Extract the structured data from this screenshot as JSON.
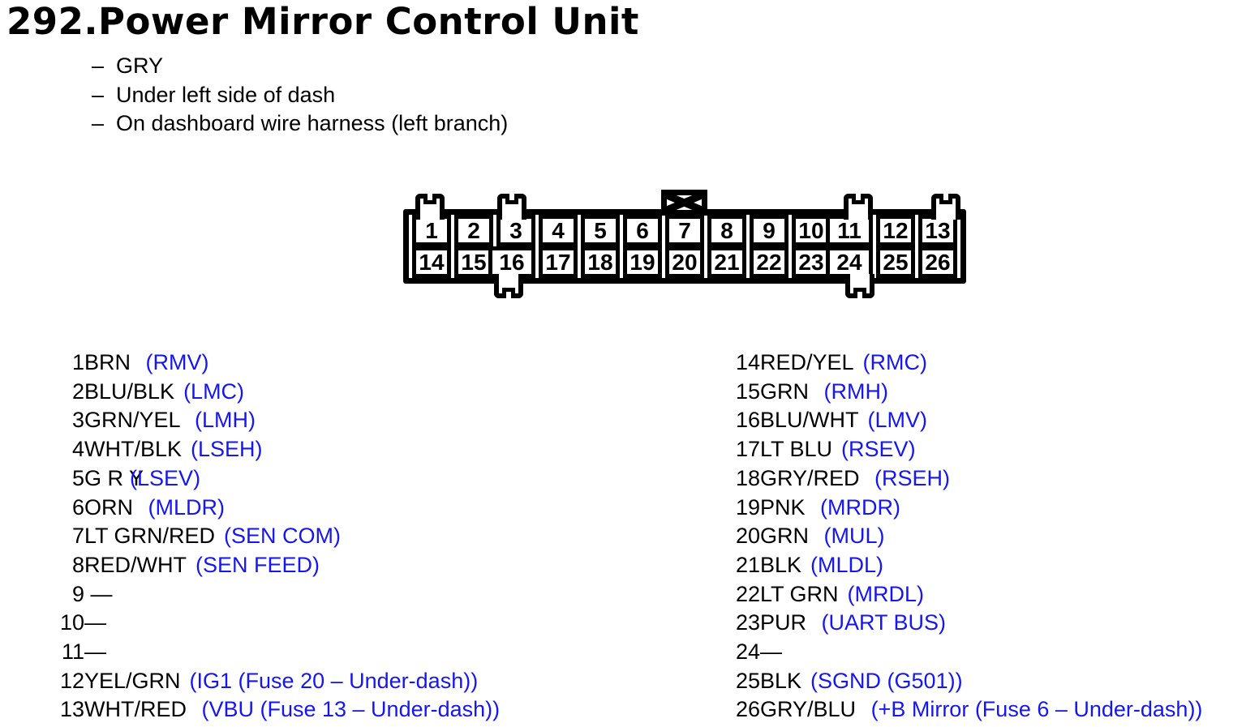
{
  "title": "292.Power Mirror Control Unit",
  "bullet_marker": "–",
  "notes": [
    "GRY",
    "Under left side of dash",
    "On dashboard wire harness (left branch)"
  ],
  "colors": {
    "ink": "#000000",
    "signal_blue": "#1616f0"
  },
  "connector": {
    "top_row_pins": [
      "1",
      "2",
      "3",
      "4",
      "5",
      "6",
      "7",
      "8",
      "9",
      "10",
      "11",
      "12",
      "13"
    ],
    "bottom_row_pins": [
      "14",
      "15",
      "16",
      "17",
      "18",
      "19",
      "20",
      "21",
      "22",
      "23",
      "24",
      "25",
      "26"
    ],
    "merged_pins": [
      "11",
      "16",
      "24"
    ],
    "keying_tab_pin": "7"
  },
  "pin_table": {
    "left": [
      {
        "pin": "1",
        "color": "BRN ",
        "signal": "(RMV)"
      },
      {
        "pin": "2",
        "color": "BLU/BLK",
        "signal": "(LMC)"
      },
      {
        "pin": "3",
        "color": "GRN/YEL ",
        "signal": "(LMH)"
      },
      {
        "pin": "4",
        "color": "WHT/BLK",
        "signal": "(LSEH)"
      },
      {
        "pin": "5",
        "color": "G R Y",
        "signal": "(LSEV)",
        "overlap": true
      },
      {
        "pin": "6",
        "color": "ORN ",
        "signal": "(MLDR)"
      },
      {
        "pin": "7",
        "color": "LT GRN/RED",
        "signal": "(SEN COM)"
      },
      {
        "pin": "8",
        "color": "RED/WHT",
        "signal": "(SEN FEED)"
      },
      {
        "pin": "9",
        "color": " —",
        "signal": ""
      },
      {
        "pin": "10",
        "color": "—",
        "signal": ""
      },
      {
        "pin": "11",
        "color": "—",
        "signal": ""
      },
      {
        "pin": "12",
        "color": "YEL/GRN",
        "signal": "(IG1 (Fuse 20 – Under-dash))"
      },
      {
        "pin": "13",
        "color": "WHT/RED ",
        "signal": "(VBU (Fuse 13 – Under-dash))"
      }
    ],
    "right": [
      {
        "pin": "14",
        "color": "RED/YEL",
        "signal": "(RMC)"
      },
      {
        "pin": "15",
        "color": "GRN ",
        "signal": "(RMH)"
      },
      {
        "pin": "16",
        "color": "BLU/WHT",
        "signal": "(LMV)"
      },
      {
        "pin": "17",
        "color": "LT BLU",
        "signal": "(RSEV)"
      },
      {
        "pin": "18",
        "color": "GRY/RED ",
        "signal": "(RSEH)"
      },
      {
        "pin": "19",
        "color": "PNK ",
        "signal": "(MRDR)"
      },
      {
        "pin": "20",
        "color": "GRN ",
        "signal": "(MUL)"
      },
      {
        "pin": "21",
        "color": "BLK",
        "signal": "(MLDL)"
      },
      {
        "pin": "22",
        "color": "LT GRN",
        "signal": "(MRDL)"
      },
      {
        "pin": "23",
        "color": "PUR ",
        "signal": "(UART BUS)"
      },
      {
        "pin": "24",
        "color": "—",
        "signal": ""
      },
      {
        "pin": "25",
        "color": "BLK",
        "signal": "(SGND (G501))"
      },
      {
        "pin": "26",
        "color": "GRY/BLU ",
        "signal": "(+B Mirror (Fuse 6 – Under-dash))"
      }
    ]
  }
}
